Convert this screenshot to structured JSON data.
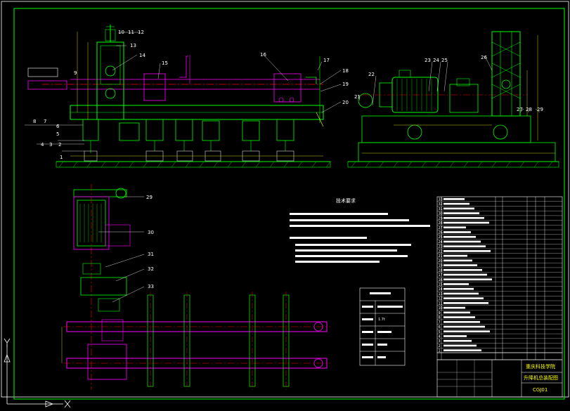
{
  "part_labels_top": [
    "10",
    "11",
    "12",
    "13",
    "14",
    "15",
    "16",
    "17",
    "18",
    "19",
    "20",
    "9",
    "8",
    "7",
    "6",
    "5",
    "4",
    "3",
    "2",
    "1"
  ],
  "part_labels_side": [
    "21",
    "22",
    "23",
    "24",
    "25",
    "26",
    "27",
    "28",
    "29"
  ],
  "part_labels_plan": [
    "29",
    "30",
    "31",
    "32",
    "33"
  ],
  "tech_req_title": "技术要求",
  "info_table": {
    "rows": [
      {
        "label": "",
        "value": "1.7t"
      },
      {
        "label": "",
        "value": ""
      },
      {
        "label": "",
        "value": ""
      },
      {
        "label": "",
        "value": ""
      }
    ]
  },
  "title_block": {
    "school": "重庆科技学院",
    "drawing_name": "升降机总装配图",
    "code": "CGJ01"
  },
  "parts_list_rows": [
    "33",
    "32",
    "31",
    "30",
    "29",
    "28",
    "27",
    "26",
    "25",
    "24",
    "23",
    "22",
    "21",
    "20",
    "19",
    "18",
    "17",
    "16",
    "15",
    "14",
    "13",
    "12",
    "11",
    "10",
    "9",
    "8",
    "7",
    "6",
    "5",
    "4",
    "3",
    "2",
    "1"
  ],
  "colors": {
    "frame": "#00ff00",
    "machine": "#ff00ff",
    "axis": "#ff0000",
    "text": "#ffffff",
    "dim": "#ffff00",
    "detail": "#00ffff"
  }
}
